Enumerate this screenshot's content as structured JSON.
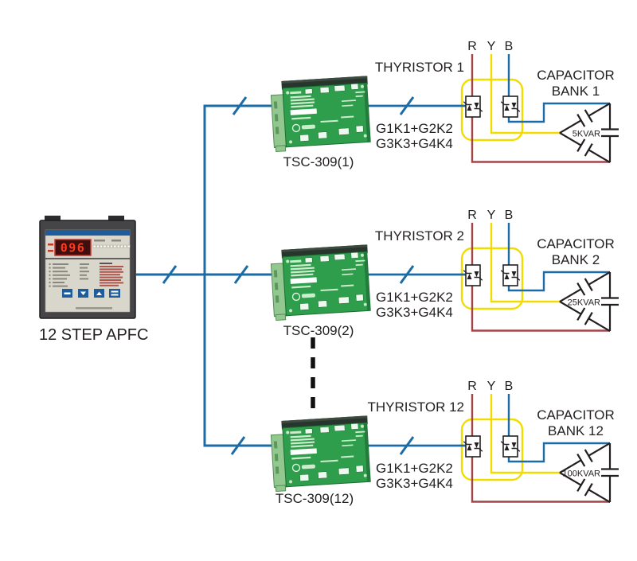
{
  "apfc": {
    "label": "12 STEP APFC",
    "display_value": "096"
  },
  "phase_labels": {
    "r": "R",
    "y": "Y",
    "b": "B"
  },
  "rows": [
    {
      "thyristor_label": "THYRISTOR 1",
      "tsc_label": "TSC-309(1)",
      "gate_label_1": "G1K1+G2K2",
      "gate_label_2": "G3K3+G4K4",
      "capacitor_label_1": "CAPACITOR",
      "capacitor_label_2": "BANK 1",
      "kvar_label": "5KVAR"
    },
    {
      "thyristor_label": "THYRISTOR 2",
      "tsc_label": "TSC-309(2)",
      "gate_label_1": "G1K1+G2K2",
      "gate_label_2": "G3K3+G4K4",
      "capacitor_label_1": "CAPACITOR",
      "capacitor_label_2": "BANK 2",
      "kvar_label": "25KVAR"
    },
    {
      "thyristor_label": "THYRISTOR 12",
      "tsc_label": "TSC-309(12)",
      "gate_label_1": "G1K1+G2K2",
      "gate_label_2": "G3K3+G4K4",
      "capacitor_label_1": "CAPACITOR",
      "capacitor_label_2": "BANK 12",
      "kvar_label": "100KVAR"
    }
  ],
  "colors": {
    "wire_blue": "#1b6ca6",
    "wire_red": "#a04648",
    "wire_yellow": "#f2dc00",
    "line_black": "#231f20",
    "pcb_green": "#2f9e4c",
    "display_red": "#ff3a21"
  }
}
